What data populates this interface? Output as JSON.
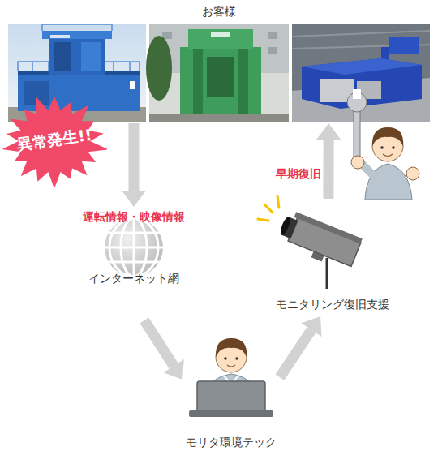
{
  "diagram": {
    "nodes": [
      {
        "text": [
          "お客様"
        ]
      },
      {
        "text": [
          "異常発生!!"
        ]
      },
      {
        "text": [
          "インターネット網"
        ]
      },
      {
        "text": [
          "モリタ環境テック"
        ]
      },
      {
        "text": [
          "モニタリング復旧支援"
        ]
      }
    ],
    "edges": [
      {
        "from": 0,
        "to": 2,
        "arrow": "to",
        "label": "運転情報・映像情報"
      },
      {
        "from": 2,
        "to": 3,
        "arrow": "to"
      },
      {
        "from": 3,
        "to": 4,
        "arrow": "to"
      },
      {
        "from": 4,
        "to": 0,
        "arrow": "to",
        "label": "早期復旧"
      }
    ]
  }
}
